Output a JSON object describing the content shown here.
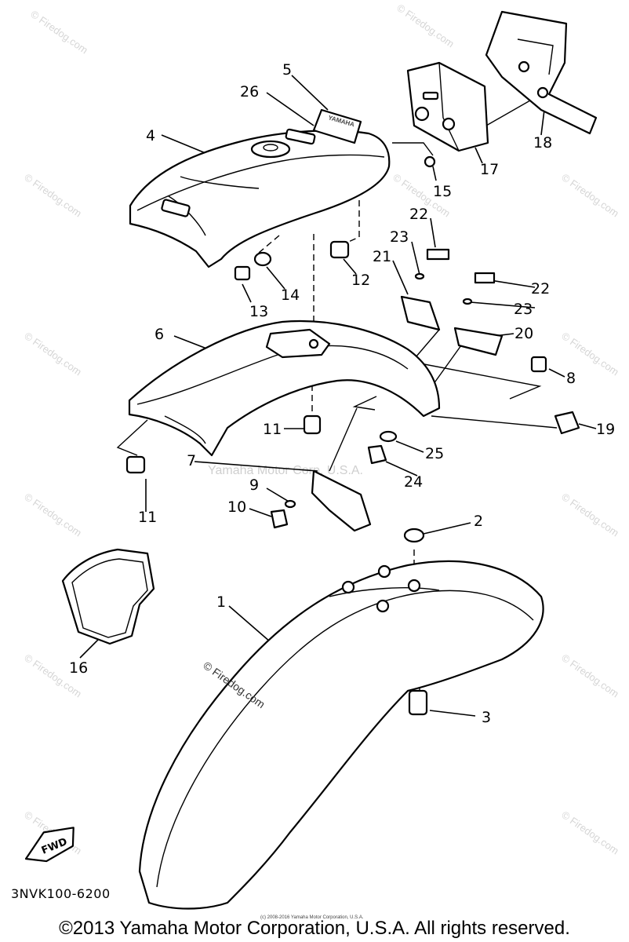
{
  "diagram": {
    "callouts": [
      {
        "id": "c1",
        "label": "1"
      },
      {
        "id": "c2",
        "label": "2"
      },
      {
        "id": "c3",
        "label": "3"
      },
      {
        "id": "c4",
        "label": "4"
      },
      {
        "id": "c5",
        "label": "5"
      },
      {
        "id": "c6",
        "label": "6"
      },
      {
        "id": "c7",
        "label": "7"
      },
      {
        "id": "c8",
        "label": "8"
      },
      {
        "id": "c9",
        "label": "9"
      },
      {
        "id": "c10",
        "label": "10"
      },
      {
        "id": "c11a",
        "label": "11"
      },
      {
        "id": "c11b",
        "label": "11"
      },
      {
        "id": "c12",
        "label": "12"
      },
      {
        "id": "c13",
        "label": "13"
      },
      {
        "id": "c14",
        "label": "14"
      },
      {
        "id": "c15",
        "label": "15"
      },
      {
        "id": "c16",
        "label": "16"
      },
      {
        "id": "c17",
        "label": "17"
      },
      {
        "id": "c18",
        "label": "18"
      },
      {
        "id": "c19",
        "label": "19"
      },
      {
        "id": "c20",
        "label": "20"
      },
      {
        "id": "c21",
        "label": "21"
      },
      {
        "id": "c22a",
        "label": "22"
      },
      {
        "id": "c22b",
        "label": "22"
      },
      {
        "id": "c23a",
        "label": "23"
      },
      {
        "id": "c23b",
        "label": "23"
      },
      {
        "id": "c24",
        "label": "24"
      },
      {
        "id": "c25",
        "label": "25"
      },
      {
        "id": "c26",
        "label": "26"
      }
    ],
    "brand_mark": "YAMAHA",
    "fwd_label": "FWD",
    "diagram_code": "3NVK100-6200"
  },
  "watermarks": {
    "firedog": "© Firedog.com",
    "center": "Yamaha Motor Corp, U.S.A.",
    "small_print": "(c) 2008-2016 Yamaha Motor Corporation, U.S.A."
  },
  "footer": {
    "copyright": "©2013 Yamaha Motor Corporation, U.S.A. All rights reserved."
  }
}
